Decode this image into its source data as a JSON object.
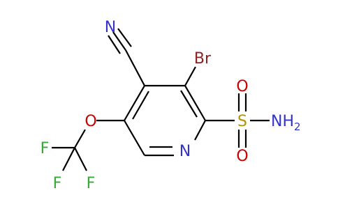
{
  "molecule": {
    "atoms": {
      "nitrile_n": "N",
      "br": "Br",
      "ring_n": "N",
      "o_ether": "O",
      "f1": "F",
      "f2": "F",
      "f3": "F",
      "s": "S",
      "o_top": "O",
      "o_bottom": "O",
      "nh2_main": "NH",
      "nh2_sub": "2"
    },
    "colors": {
      "bond": "#000000",
      "nitrogen": "#3333cc",
      "oxygen": "#cc0000",
      "bromine": "#8b2323",
      "fluorine": "#33aa33",
      "sulfur": "#b29400"
    }
  }
}
